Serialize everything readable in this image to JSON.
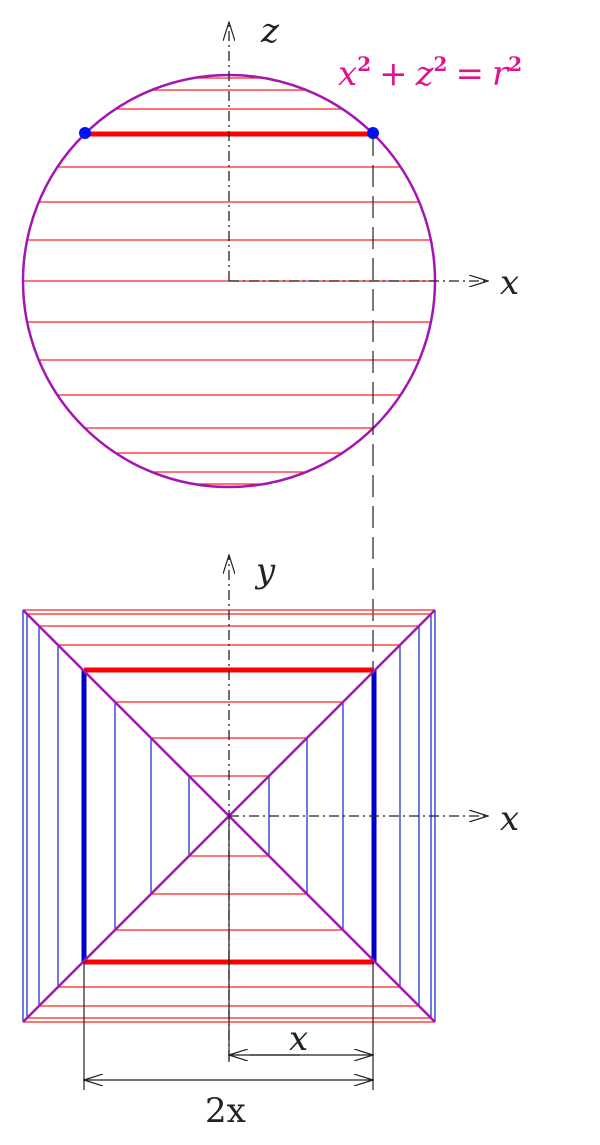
{
  "top_view": {
    "axis_vertical_label": "z",
    "axis_horizontal_label": "x",
    "equation": {
      "x": "x",
      "z": "z",
      "r": "r",
      "exp": "2",
      "plus": "+",
      "equals": "="
    }
  },
  "bottom_view": {
    "axis_vertical_label": "y",
    "axis_horizontal_label": "x"
  },
  "dimensions": {
    "half_width_label": "x",
    "full_width_label": "2x"
  },
  "colors": {
    "outline": "#a416b0",
    "hatch_red": "#ff1a1a",
    "hatch_blue": "#2233dd",
    "highlight_blue": "#0000c8",
    "equation": "#e0128f"
  }
}
